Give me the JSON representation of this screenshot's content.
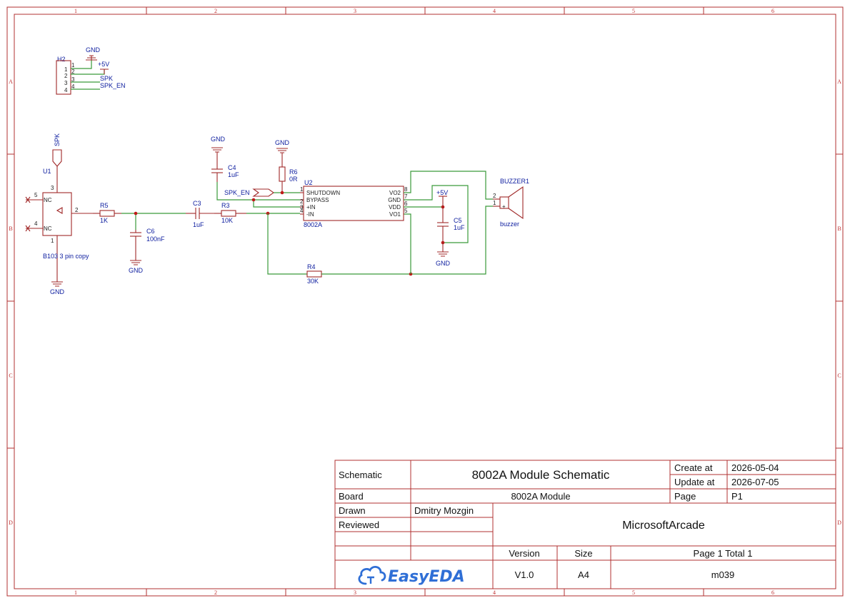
{
  "ruler": {
    "columns": [
      "1",
      "2",
      "3",
      "4",
      "5",
      "6"
    ],
    "rows": [
      "A",
      "B",
      "C",
      "D"
    ]
  },
  "connector_h2": {
    "ref": "H2",
    "pins": [
      "1",
      "2",
      "3",
      "4"
    ],
    "nets": [
      "GND",
      "+5V",
      "SPK",
      "SPK_EN"
    ]
  },
  "u1": {
    "ref": "U1",
    "net": "SPK",
    "pin_numbers": [
      "3",
      "5",
      "4",
      "2",
      "1"
    ],
    "nc1": "NC",
    "nc2": "NC",
    "part": "B103 3 pin copy",
    "gnd": "GND"
  },
  "r5": {
    "ref": "R5",
    "value": "1K",
    "pin": "2"
  },
  "c6": {
    "ref": "C6",
    "value": "100nF",
    "gnd": "GND"
  },
  "c3": {
    "ref": "C3",
    "value": "1uF"
  },
  "r3": {
    "ref": "R3",
    "value": "10K"
  },
  "c4": {
    "ref": "C4",
    "value": "1uF",
    "gnd": "GND"
  },
  "r6": {
    "ref": "R6",
    "value": "0R",
    "gnd": "GND"
  },
  "spk_en_label": "SPK_EN",
  "ic": {
    "ref": "U2",
    "name": "8002A",
    "left_pins": [
      "SHUTDOWN",
      "BYPASS",
      "+IN",
      "-IN"
    ],
    "left_nums": [
      "1",
      "2",
      "3",
      "4"
    ],
    "right_pins": [
      "VO2",
      "GND",
      "VDD",
      "VO1"
    ],
    "right_nums": [
      "8",
      "7",
      "6",
      "5"
    ]
  },
  "c5": {
    "ref": "C5",
    "value": "1uF",
    "vcc": "+5V",
    "gnd": "GND"
  },
  "r4": {
    "ref": "R4",
    "value": "30K"
  },
  "buzzer": {
    "ref": "BUZZER1",
    "value": "buzzer",
    "pin2": "2",
    "pin1": "1",
    "plus": "+"
  },
  "titleblock": {
    "schematic_label": "Schematic",
    "schematic_value": "8002A Module Schematic",
    "create_label": "Create at",
    "create_value": "2026-05-04",
    "update_label": "Update at",
    "update_value": "2026-07-05",
    "board_label": "Board",
    "board_value": "8002A Module",
    "page_label": "Page",
    "page_value": "P1",
    "drawn_label": "Drawn",
    "drawn_value": "Dmitry Mozgin",
    "reviewed_label": "Reviewed",
    "company": "MicrosoftArcade",
    "version_label": "Version",
    "size_label": "Size",
    "pages_text": "Page  1  Total  1",
    "version_value": "V1.0",
    "size_value": "A4",
    "doc_id": "m039",
    "logo_text": "EasyEDA"
  }
}
